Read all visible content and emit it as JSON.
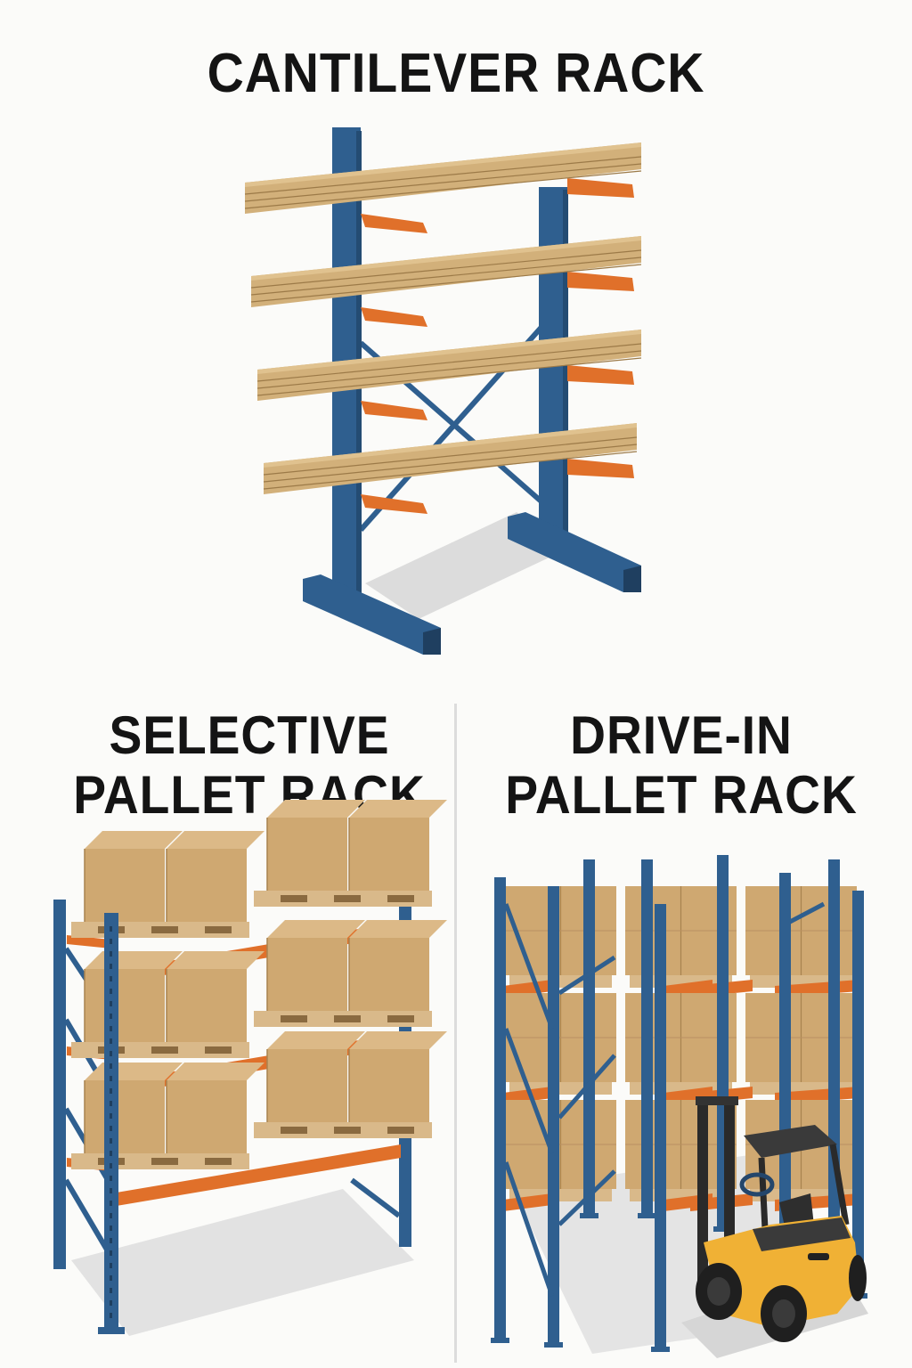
{
  "panels": [
    {
      "id": "cantilever",
      "title": "CANTILEVER RACK",
      "load": "lumber-bundles",
      "levels": 4,
      "arms_per_level": 2
    },
    {
      "id": "selective",
      "title_lines": [
        "SELECTIVE",
        "PALLET RACK"
      ],
      "load": "boxed-pallets",
      "levels": 3,
      "pallets_per_level": 2
    },
    {
      "id": "drive-in",
      "title_lines": [
        "DRIVE-IN",
        "PALLET RACK"
      ],
      "load": "boxed-pallets",
      "levels": 3,
      "vehicle": "forklift"
    }
  ],
  "colors": {
    "upright_blue": "#2f5f8f",
    "beam_orange": "#e0702a",
    "lumber": "#d2b07a",
    "cardboard": "#cfa871",
    "forklift_yellow": "#f0b135",
    "forklift_black": "#2a2a2a",
    "divider": "#dcdcdc"
  }
}
